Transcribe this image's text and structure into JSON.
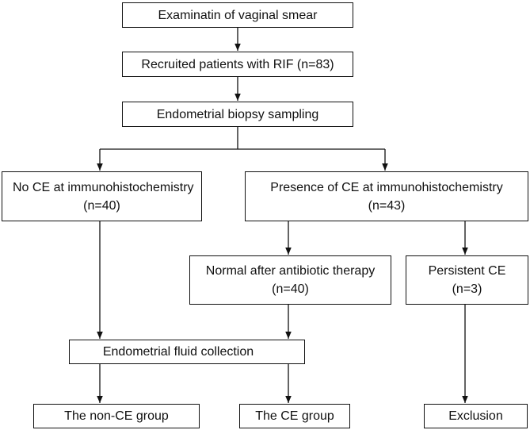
{
  "flowchart": {
    "nodes": {
      "examination": {
        "lines": [
          "Examinatin of vaginal smear"
        ]
      },
      "recruited": {
        "lines": [
          "Recruited patients with RIF (n=83)"
        ]
      },
      "biopsy": {
        "lines": [
          "Endometrial biopsy sampling"
        ]
      },
      "no_ce": {
        "lines": [
          "No CE at immunohistochemistry",
          "(n=40)"
        ]
      },
      "presence_ce": {
        "lines": [
          "Presence of CE at immunohistochemistry",
          "(n=43)"
        ]
      },
      "normal_after": {
        "lines": [
          "Normal after antibiotic therapy",
          "(n=40)"
        ]
      },
      "persistent": {
        "lines": [
          "Persistent CE",
          "(n=3)"
        ]
      },
      "fluid": {
        "lines": [
          "Endometrial fluid collection"
        ]
      },
      "non_ce_group": {
        "lines": [
          "The non-CE group"
        ]
      },
      "ce_group": {
        "lines": [
          "The CE group"
        ]
      },
      "exclusion": {
        "lines": [
          "Exclusion"
        ]
      }
    },
    "edges": [
      [
        "examination",
        "recruited"
      ],
      [
        "recruited",
        "biopsy"
      ],
      [
        "biopsy",
        "no_ce"
      ],
      [
        "biopsy",
        "presence_ce"
      ],
      [
        "presence_ce",
        "normal_after"
      ],
      [
        "presence_ce",
        "persistent"
      ],
      [
        "no_ce",
        "fluid"
      ],
      [
        "normal_after",
        "fluid"
      ],
      [
        "fluid",
        "non_ce_group"
      ],
      [
        "fluid",
        "ce_group"
      ],
      [
        "persistent",
        "exclusion"
      ]
    ],
    "colors": {
      "stroke": "#111111",
      "fill": "#ffffff",
      "text": "#111111"
    }
  }
}
